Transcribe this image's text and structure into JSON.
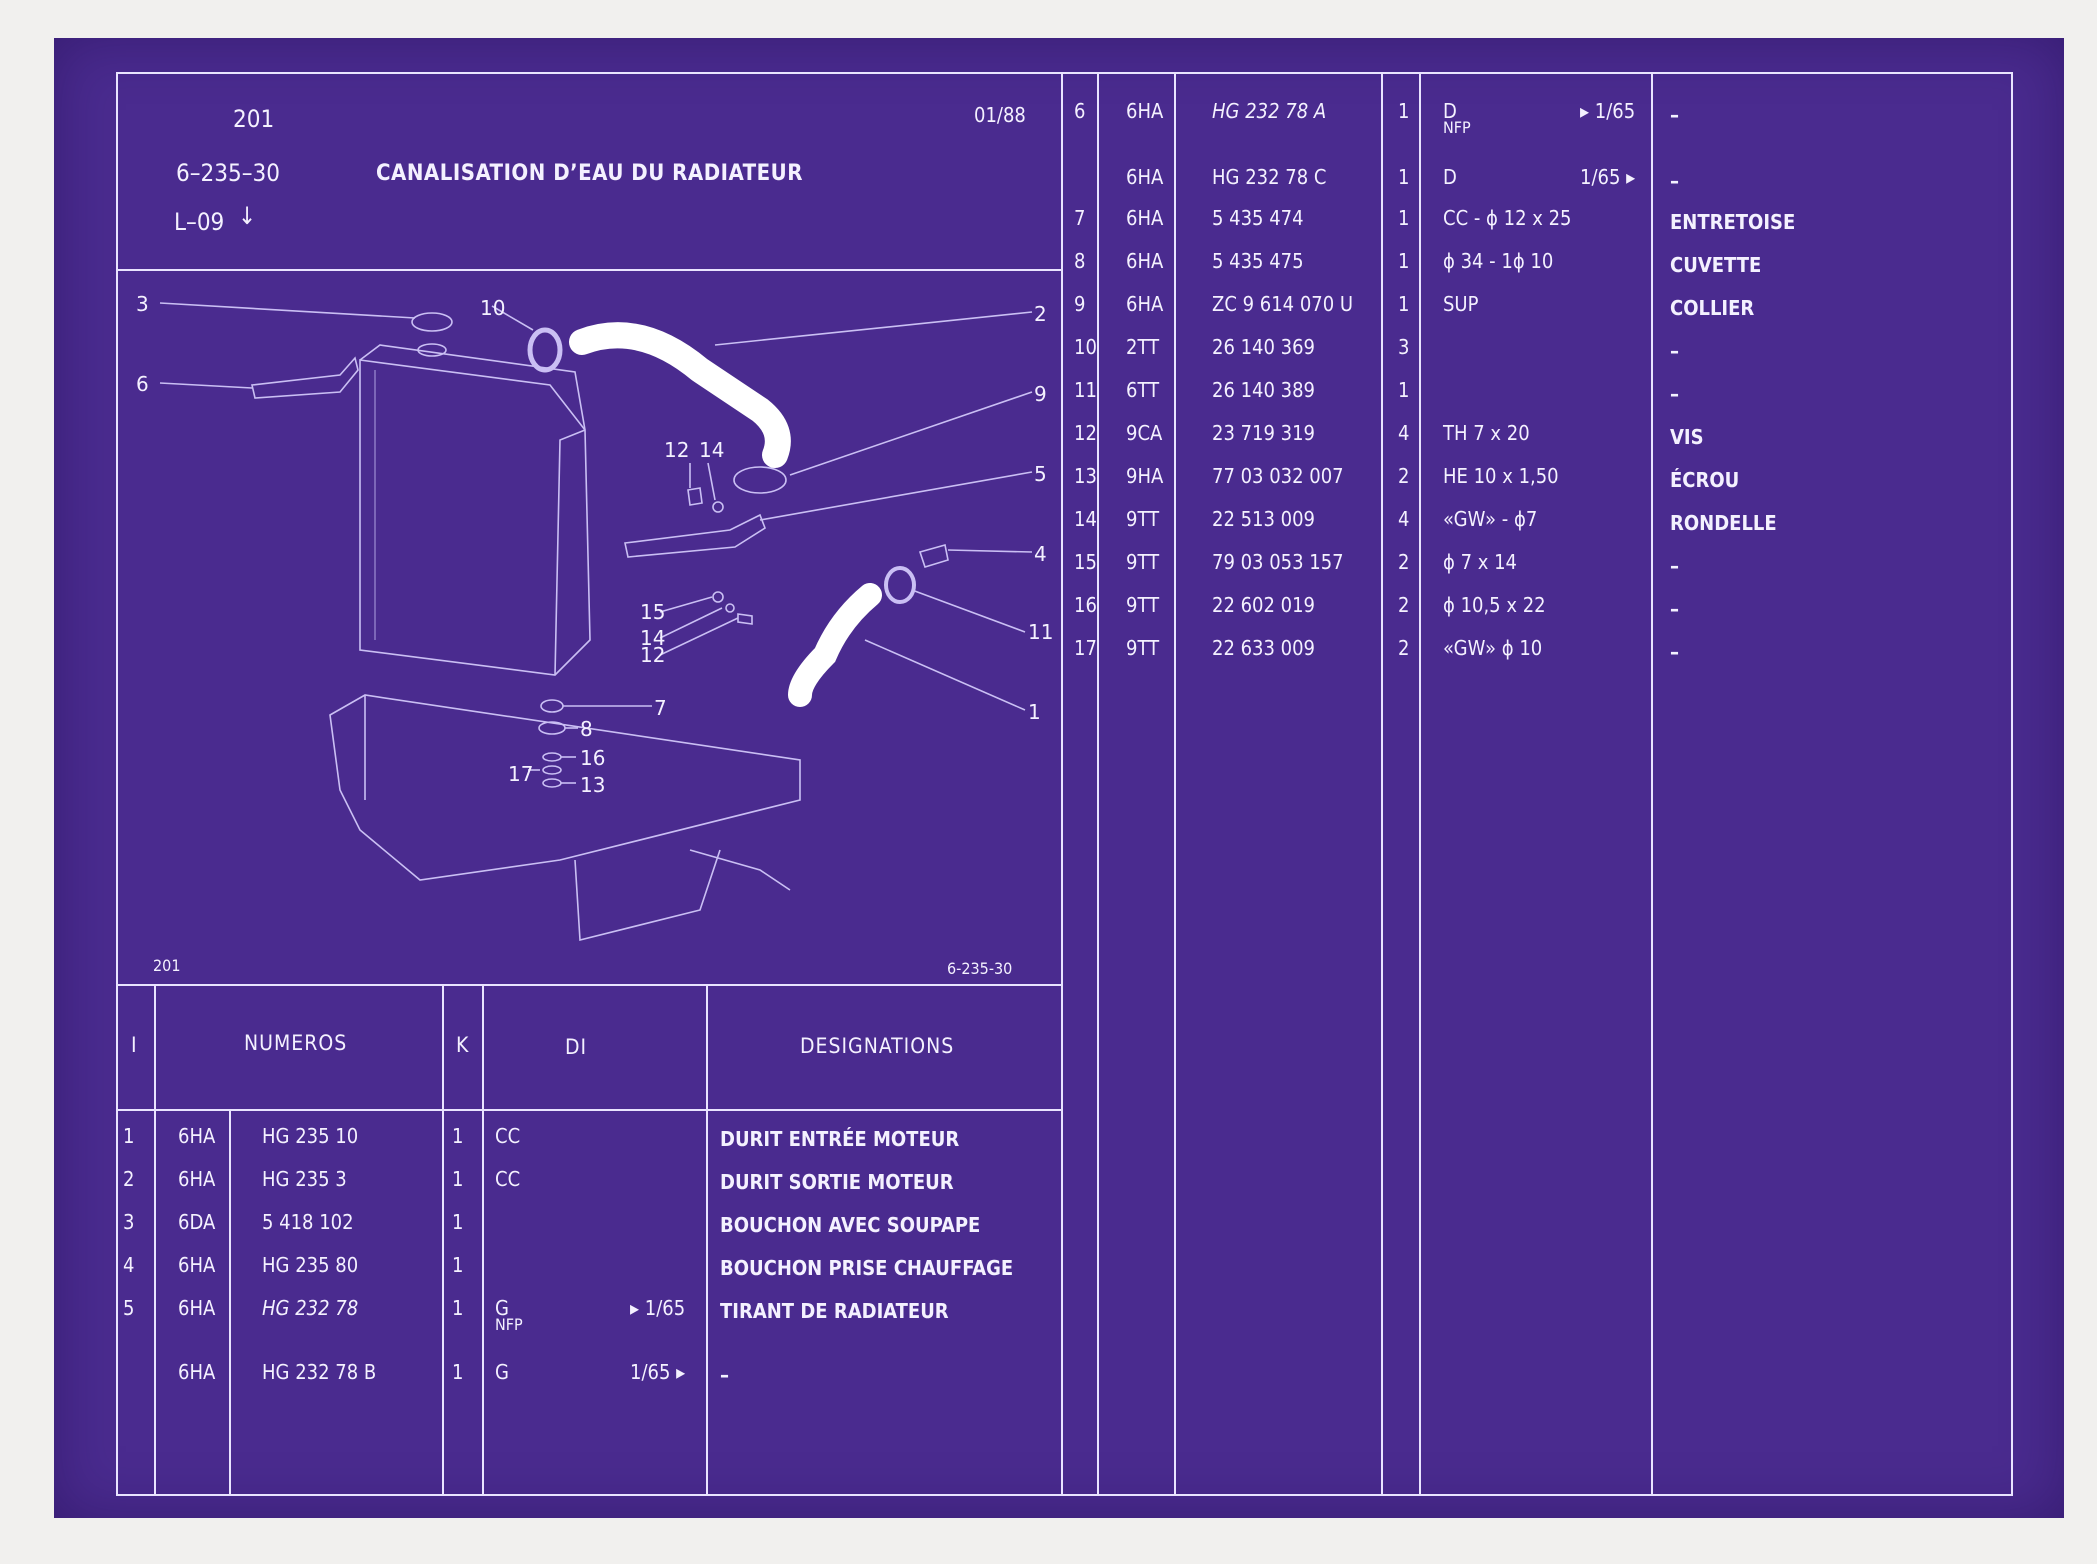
{
  "header": {
    "sheet_no": "201",
    "date": "01/88",
    "ref": "6–235–30",
    "title": "CANALISATION D’EAU DU RADIATEUR",
    "section": "L–09"
  },
  "diagram": {
    "footer_left": "201",
    "footer_right": "6-235-30",
    "callouts": [
      "3",
      "10",
      "2",
      "6",
      "9",
      "12",
      "14",
      "5",
      "4",
      "15",
      "14",
      "12",
      "11",
      "1",
      "7",
      "8",
      "16",
      "17",
      "13"
    ]
  },
  "columns": {
    "index": "I",
    "numeros": "NUMEROS",
    "k": "K",
    "di": "DI",
    "designations": "DESIGNATIONS"
  },
  "left_rows": [
    {
      "i": "1",
      "code": "6HA",
      "num": "HG  235     10",
      "k": "1",
      "di": "CC",
      "di_sub": "",
      "di_arrow": "",
      "desig": "DURIT ENTRÉE MOTEUR",
      "num_italic": false
    },
    {
      "i": "2",
      "code": "6HA",
      "num": "HG  235       3",
      "k": "1",
      "di": "CC",
      "di_sub": "",
      "di_arrow": "",
      "desig": "DURIT SORTIE MOTEUR",
      "num_italic": false
    },
    {
      "i": "3",
      "code": "6DA",
      "num": "5  418  102",
      "k": "1",
      "di": "",
      "di_sub": "",
      "di_arrow": "",
      "desig": "BOUCHON AVEC SOUPAPE",
      "num_italic": false
    },
    {
      "i": "4",
      "code": "6HA",
      "num": "HG  235    80",
      "k": "1",
      "di": "",
      "di_sub": "",
      "di_arrow": "",
      "desig": "BOUCHON PRISE CHAUFFAGE",
      "num_italic": false
    },
    {
      "i": "5",
      "code": "6HA",
      "num": "HG  232    78",
      "k": "1",
      "di": "G",
      "di_sub": "NFP",
      "di_arrow": "▸ 1/65",
      "desig": "TIRANT DE RADIATEUR",
      "num_italic": true
    },
    {
      "i": "",
      "code": "6HA",
      "num": "HG  232    78  B",
      "k": "1",
      "di": "G",
      "di_sub": "",
      "di_arrow": "1/65 ▸",
      "desig": "–",
      "num_italic": false
    }
  ],
  "right_rows": [
    {
      "i": "6",
      "code": "6HA",
      "num": "HG  232    78  A",
      "k": "1",
      "di": "D",
      "di_sub": "NFP",
      "di_arrow": "▸ 1/65",
      "desig": "–",
      "num_italic": true
    },
    {
      "i": "",
      "code": "6HA",
      "num": "HG  232    78  C",
      "k": "1",
      "di": "D",
      "di_sub": "",
      "di_arrow": "1/65 ▸",
      "desig": "–",
      "num_italic": false
    },
    {
      "i": "7",
      "code": "6HA",
      "num": "5  435  474",
      "k": "1",
      "di": "CC - ϕ 12 x 25",
      "di_sub": "",
      "di_arrow": "",
      "desig": "ENTRETOISE",
      "num_italic": false
    },
    {
      "i": "8",
      "code": "6HA",
      "num": "5  435  475",
      "k": "1",
      "di": "ϕ 34 - 1ϕ 10",
      "di_sub": "",
      "di_arrow": "",
      "desig": "CUVETTE",
      "num_italic": false
    },
    {
      "i": "9",
      "code": "6HA",
      "num": "ZC  9  614  070  U",
      "k": "1",
      "di": "SUP",
      "di_sub": "",
      "di_arrow": "",
      "desig": "COLLIER",
      "num_italic": false
    },
    {
      "i": "10",
      "code": "2TT",
      "num": "26  140  369",
      "k": "3",
      "di": "",
      "di_sub": "",
      "di_arrow": "",
      "desig": "–",
      "num_italic": false
    },
    {
      "i": "11",
      "code": "6TT",
      "num": "26  140  389",
      "k": "1",
      "di": "",
      "di_sub": "",
      "di_arrow": "",
      "desig": "–",
      "num_italic": false
    },
    {
      "i": "12",
      "code": "9CA",
      "num": "23  719  319",
      "k": "4",
      "di": "TH 7 x 20",
      "di_sub": "",
      "di_arrow": "",
      "desig": "VIS",
      "num_italic": false
    },
    {
      "i": "13",
      "code": "9HA",
      "num": "77  03  032  007",
      "k": "2",
      "di": "HE 10 x 1,50",
      "di_sub": "",
      "di_arrow": "",
      "desig": "ÉCROU",
      "num_italic": false
    },
    {
      "i": "14",
      "code": "9TT",
      "num": "22  513  009",
      "k": "4",
      "di": "«GW» - ϕ7",
      "di_sub": "",
      "di_arrow": "",
      "desig": "RONDELLE",
      "num_italic": false
    },
    {
      "i": "15",
      "code": "9TT",
      "num": "79  03  053  157",
      "k": "2",
      "di": "ϕ 7 x 14",
      "di_sub": "",
      "di_arrow": "",
      "desig": "–",
      "num_italic": false
    },
    {
      "i": "16",
      "code": "9TT",
      "num": "22  602  019",
      "k": "2",
      "di": "ϕ 10,5 x 22",
      "di_sub": "",
      "di_arrow": "",
      "desig": "–",
      "num_italic": false
    },
    {
      "i": "17",
      "code": "9TT",
      "num": "22  633  009",
      "k": "2",
      "di": "«GW» ϕ 10",
      "di_sub": "",
      "di_arrow": "",
      "desig": "–",
      "num_italic": false
    }
  ]
}
